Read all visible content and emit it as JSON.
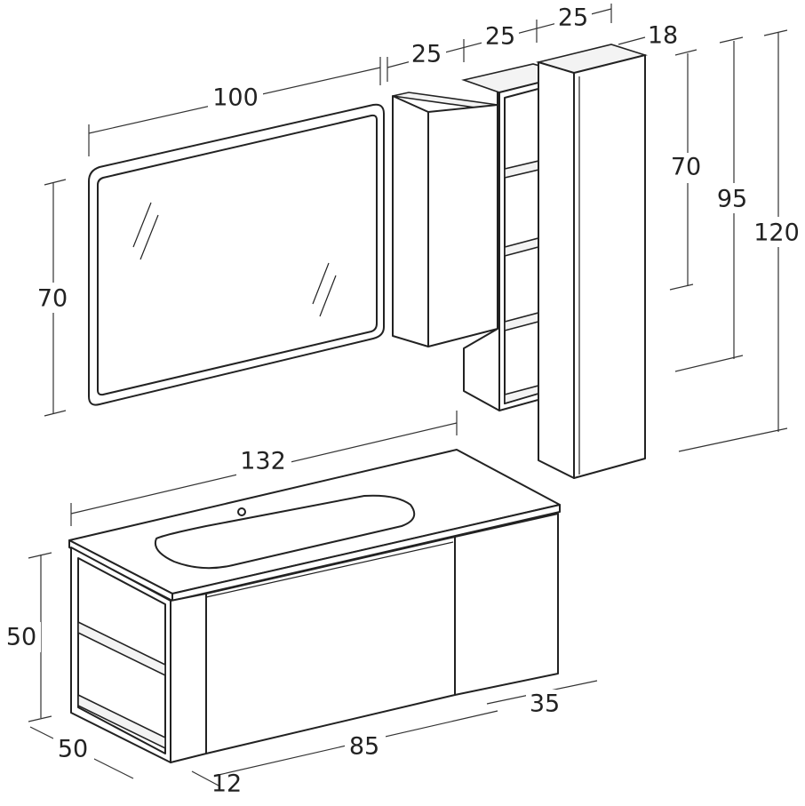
{
  "dimensions": {
    "mirror_width": "100",
    "mirror_height": "70",
    "cabinet_width_1": "25",
    "cabinet_width_2": "25",
    "cabinet_width_3": "25",
    "column_depth": "18",
    "wall_unit_height": "70",
    "open_shelf_height": "95",
    "column_height": "120",
    "vanity_width": "132",
    "vanity_height": "50",
    "vanity_depth": "50",
    "side_shelf_width": "12",
    "drawer_width": "85",
    "door_width": "35"
  }
}
